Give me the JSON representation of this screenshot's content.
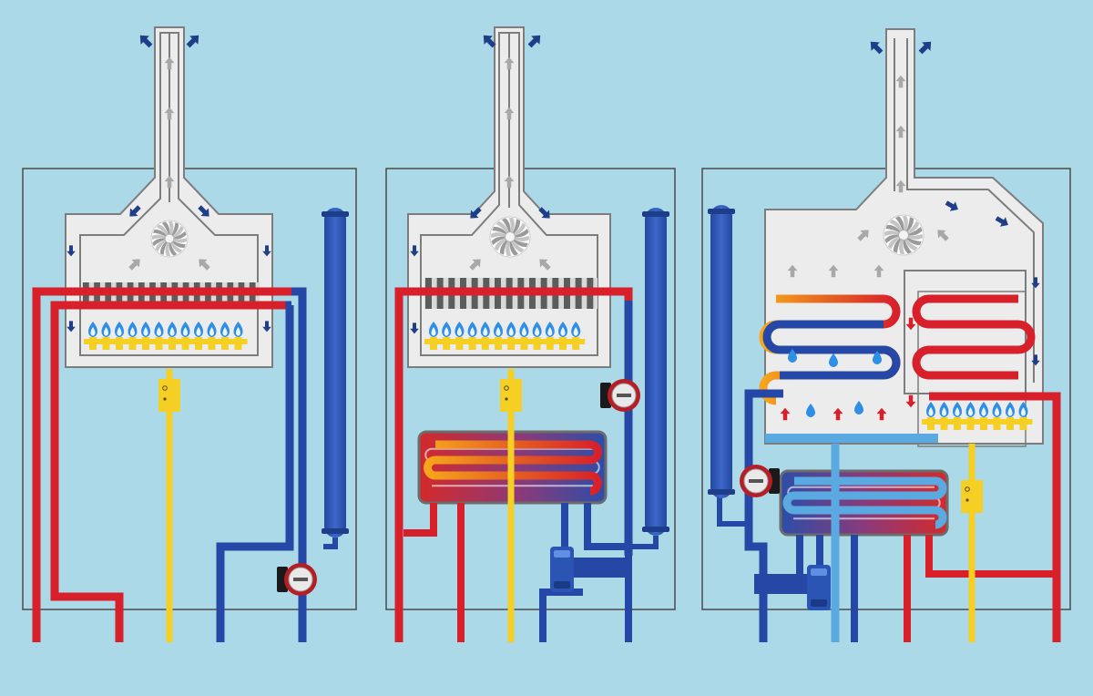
{
  "colors": {
    "background": "#acd9e8",
    "frame": "#4a4a4a",
    "chamber_fill": "#ececec",
    "chamber_stroke": "#7d7d7d",
    "hot_water": "#d8202a",
    "cold_water": "#2547a6",
    "cold_water_light": "#5aa9e0",
    "gas": "#f6cf25",
    "air_arrow": "#1f3e8a",
    "flue_arrow": "#a8a8a8",
    "flame": "#2f8fe6",
    "pump_body": "#b61e26",
    "tank": "#2f5bb7"
  },
  "diagrams": [
    {
      "name": "combi-boiler-simple",
      "components": [
        "flue-pipe",
        "fan",
        "heat-exchanger",
        "burner",
        "gas-valve",
        "expansion-vessel",
        "circulation-pump"
      ]
    },
    {
      "name": "combi-boiler-plate-exchanger",
      "components": [
        "flue-pipe",
        "fan",
        "heat-exchanger",
        "burner",
        "gas-valve",
        "expansion-vessel",
        "circulation-pump",
        "plate-heat-exchanger",
        "three-way-valve"
      ]
    },
    {
      "name": "condensing-boiler",
      "components": [
        "flue-pipe",
        "fan",
        "primary-coil",
        "condensing-coil",
        "burner",
        "gas-valve",
        "expansion-vessel",
        "circulation-pump",
        "plate-heat-exchanger",
        "three-way-valve"
      ]
    }
  ],
  "icons": {
    "fan": "fan-icon",
    "flame": "flame-icon",
    "pump": "pump-icon",
    "valve": "valve-icon",
    "arrow_in": "air-intake-arrow-icon",
    "arrow_up": "flue-gas-arrow-icon",
    "droplet": "condensate-droplet-icon"
  }
}
